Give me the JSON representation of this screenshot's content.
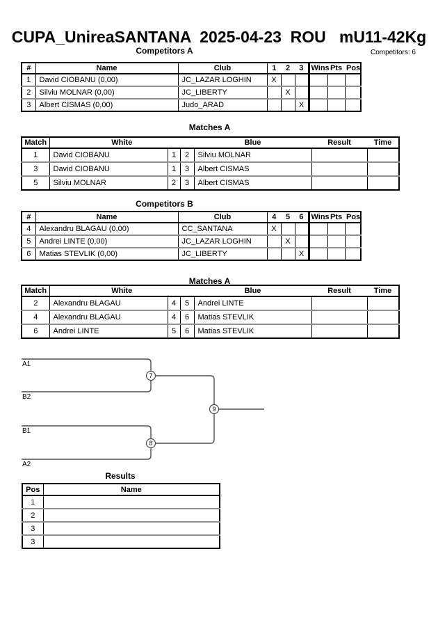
{
  "page": {
    "title": "CUPA_UnireaSANTANA  2025-04-23  ROU   mU11-42Kg",
    "competitors_count": "Competitors: 6"
  },
  "competitors_a": {
    "title": "Competitors A",
    "headers": {
      "num": "#",
      "name": "Name",
      "club": "Club",
      "c1": "1",
      "c2": "2",
      "c3": "3",
      "wins": "Wins",
      "pts": "Pts",
      "pos": "Pos"
    },
    "rows": [
      {
        "num": "1",
        "name": "David CIOBANU  (0,00)",
        "club": "JC_LAZAR LOGHIN",
        "marks": [
          "X",
          "",
          ""
        ],
        "wins": "",
        "pts": "",
        "pos": ""
      },
      {
        "num": "2",
        "name": "Silviu MOLNAR  (0,00)",
        "club": "JC_LIBERTY",
        "marks": [
          "",
          "X",
          ""
        ],
        "wins": "",
        "pts": "",
        "pos": ""
      },
      {
        "num": "3",
        "name": "Albert CISMAS  (0,00)",
        "club": "Judo_ARAD",
        "marks": [
          "",
          "",
          "X"
        ],
        "wins": "",
        "pts": "",
        "pos": ""
      }
    ]
  },
  "matches_a1": {
    "title": "Matches A",
    "headers": {
      "match": "Match",
      "white": "White",
      "blue": "Blue",
      "result": "Result",
      "time": "Time"
    },
    "rows": [
      {
        "match": "1",
        "white": "David CIOBANU",
        "wn": "1",
        "bn": "2",
        "blue": "Silviu MOLNAR",
        "result": "",
        "time": ""
      },
      {
        "match": "3",
        "white": "David CIOBANU",
        "wn": "1",
        "bn": "3",
        "blue": "Albert CISMAS",
        "result": "",
        "time": ""
      },
      {
        "match": "5",
        "white": "Silviu MOLNAR",
        "wn": "2",
        "bn": "3",
        "blue": "Albert CISMAS",
        "result": "",
        "time": ""
      }
    ]
  },
  "competitors_b": {
    "title": "Competitors B",
    "headers": {
      "num": "#",
      "name": "Name",
      "club": "Club",
      "c1": "4",
      "c2": "5",
      "c3": "6",
      "wins": "Wins",
      "pts": "Pts",
      "pos": "Pos"
    },
    "rows": [
      {
        "num": "4",
        "name": "Alexandru BLAGAU  (0,00)",
        "club": "CC_SANTANA",
        "marks": [
          "X",
          "",
          ""
        ],
        "wins": "",
        "pts": "",
        "pos": ""
      },
      {
        "num": "5",
        "name": "Andrei LINTE  (0,00)",
        "club": "JC_LAZAR LOGHIN",
        "marks": [
          "",
          "X",
          ""
        ],
        "wins": "",
        "pts": "",
        "pos": ""
      },
      {
        "num": "6",
        "name": "Matias STEVLIK  (0,00)",
        "club": "JC_LIBERTY",
        "marks": [
          "",
          "",
          "X"
        ],
        "wins": "",
        "pts": "",
        "pos": ""
      }
    ]
  },
  "matches_a2": {
    "title": "Matches A",
    "headers": {
      "match": "Match",
      "white": "White",
      "blue": "Blue",
      "result": "Result",
      "time": "Time"
    },
    "rows": [
      {
        "match": "2",
        "white": "Alexandru BLAGAU",
        "wn": "4",
        "bn": "5",
        "blue": "Andrei LINTE",
        "result": "",
        "time": ""
      },
      {
        "match": "4",
        "white": "Alexandru BLAGAU",
        "wn": "4",
        "bn": "6",
        "blue": "Matias STEVLIK",
        "result": "",
        "time": ""
      },
      {
        "match": "6",
        "white": "Andrei LINTE",
        "wn": "5",
        "bn": "6",
        "blue": "Matias STEVLIK",
        "result": "",
        "time": ""
      }
    ]
  },
  "bracket": {
    "slots": [
      "A1",
      "B2",
      "B1",
      "A2"
    ],
    "nodes": [
      "7",
      "8",
      "9"
    ],
    "line_color": "#4d4d4d"
  },
  "results": {
    "title": "Results",
    "headers": {
      "pos": "Pos",
      "name": "Name"
    },
    "rows": [
      {
        "pos": "1",
        "name": ""
      },
      {
        "pos": "2",
        "name": ""
      },
      {
        "pos": "3",
        "name": ""
      },
      {
        "pos": "3",
        "name": ""
      }
    ]
  }
}
